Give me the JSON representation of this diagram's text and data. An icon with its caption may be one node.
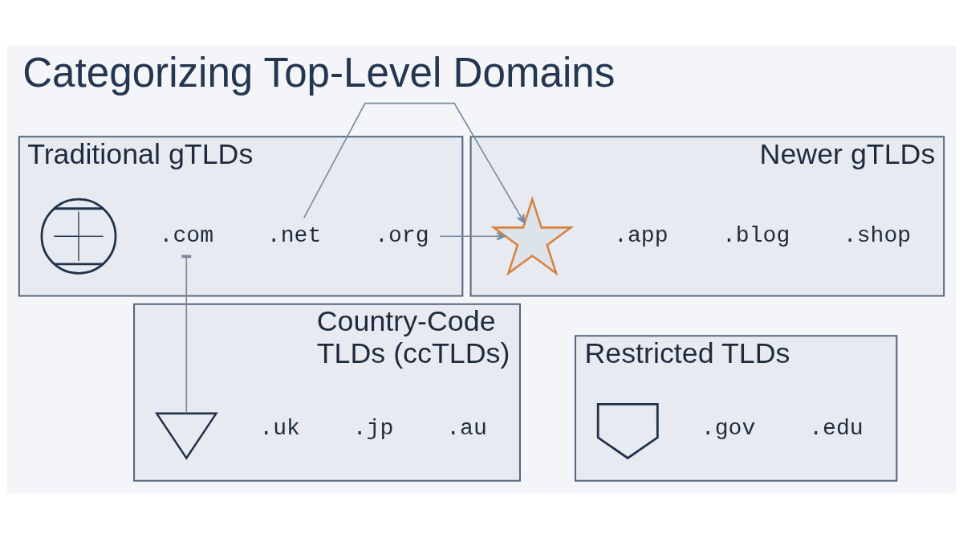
{
  "diagram": {
    "title": "Categorizing Top-Level Domains",
    "nodes": [
      {
        "text": [
          "Traditional gTLDs"
        ]
      },
      {
        "text": [],
        "shape": "picture",
        "in": 0
      },
      {
        "text": [
          ".com"
        ],
        "in": 0
      },
      {
        "text": [
          ".net"
        ],
        "in": 0
      },
      {
        "text": [
          ".org"
        ],
        "in": 0
      },
      {
        "text": [
          "Newer gTLDs"
        ]
      },
      {
        "text": [],
        "shape": "picture",
        "in": 5
      },
      {
        "text": [
          ".app"
        ],
        "in": 5
      },
      {
        "text": [
          ".blog"
        ],
        "in": 5
      },
      {
        "text": [
          ".shop"
        ],
        "in": 5
      },
      {
        "text": [
          "Country-Code TLDs (ccTLDs)"
        ]
      },
      {
        "text": [],
        "shape": "picture",
        "in": 10
      },
      {
        "text": [
          ".uk"
        ],
        "in": 10
      },
      {
        "text": [
          ".jp"
        ],
        "in": 10
      },
      {
        "text": [
          ".au"
        ],
        "in": 10
      },
      {
        "text": [
          "Restricted TLDs"
        ]
      },
      {
        "text": [],
        "shape": "picture",
        "in": 15
      },
      {
        "text": [
          ".gov"
        ],
        "in": 15
      },
      {
        "text": [
          ".edu"
        ],
        "in": 15
      }
    ],
    "edges": [
      {
        "from": 4,
        "to": 6,
        "arrow": "to"
      },
      {
        "from": 3,
        "to": 6,
        "arrow": "to"
      },
      {
        "from": 2,
        "to": 11,
        "arrow": "other"
      }
    ]
  }
}
